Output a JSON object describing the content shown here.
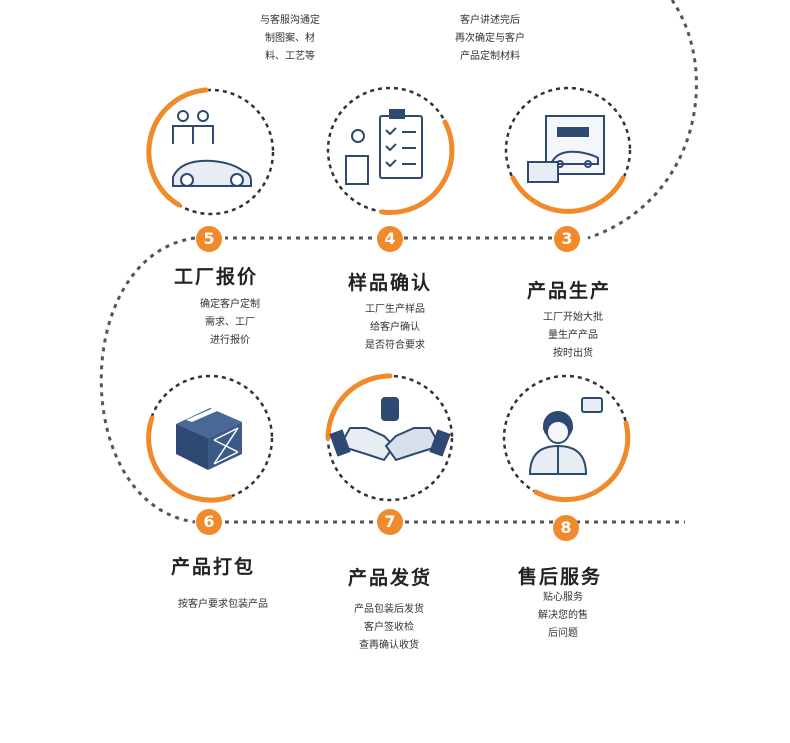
{
  "steps": [
    {
      "num": "3",
      "title": "产品生产",
      "desc": [
        "工厂开始大批",
        "量生产产品",
        "按时出货"
      ],
      "icon": "car-document-icon"
    },
    {
      "num": "4",
      "title": "样品确认",
      "desc": [
        "工厂生产样品",
        "给客户确认",
        "是否符合要求"
      ],
      "icon": "presenter-checklist-icon"
    },
    {
      "num": "5",
      "title": "工厂报价",
      "desc": [
        "确定客户定制",
        "需求、工厂",
        "进行报价"
      ],
      "icon": "people-car-icon"
    },
    {
      "num": "6",
      "title": "产品打包",
      "desc": [
        "按客户要求包装产品"
      ],
      "icon": "package-box-icon"
    },
    {
      "num": "7",
      "title": "产品发货",
      "desc": [
        "产品包装后发货",
        "客户签收检",
        "查再确认收货"
      ],
      "icon": "handshake-icon"
    },
    {
      "num": "8",
      "title": "售后服务",
      "desc": [
        "贴心服务",
        "解决您的售",
        "后问题"
      ],
      "icon": "customer-service-icon"
    }
  ],
  "top_notes": [
    [
      "与客服沟通定",
      "制图案、材",
      "料、工艺等"
    ],
    [
      "客户讲述完后",
      "再次确定与客户",
      "产品定制材料"
    ]
  ],
  "colors": {
    "accent": "#f08a2b",
    "dash": "#555555",
    "icon": "#2f4a72"
  }
}
